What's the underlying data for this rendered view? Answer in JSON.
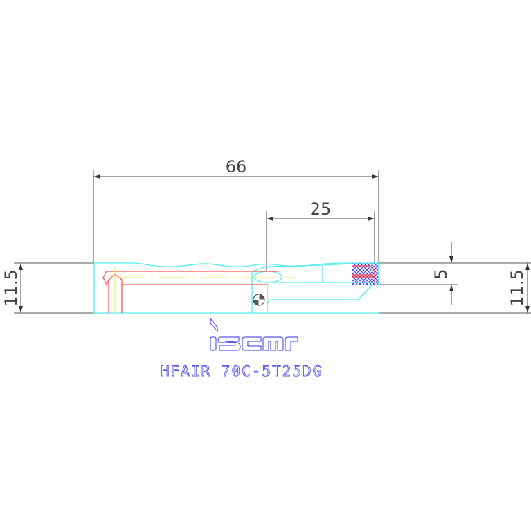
{
  "dimensions": {
    "overall_length": "66",
    "insert_length": "25",
    "height_left": "11.5",
    "height_right": "11.5",
    "insert_height": "5"
  },
  "logo": {
    "text": "iscar"
  },
  "part_label": "HFAIR 70C-5T25DG",
  "colors": {
    "outline": "#55eeee",
    "coolant": "#ff5555",
    "centerline": "#eeee44",
    "dimension": "#444444",
    "hatch": "#3333ee",
    "label": "#5a5aee"
  }
}
